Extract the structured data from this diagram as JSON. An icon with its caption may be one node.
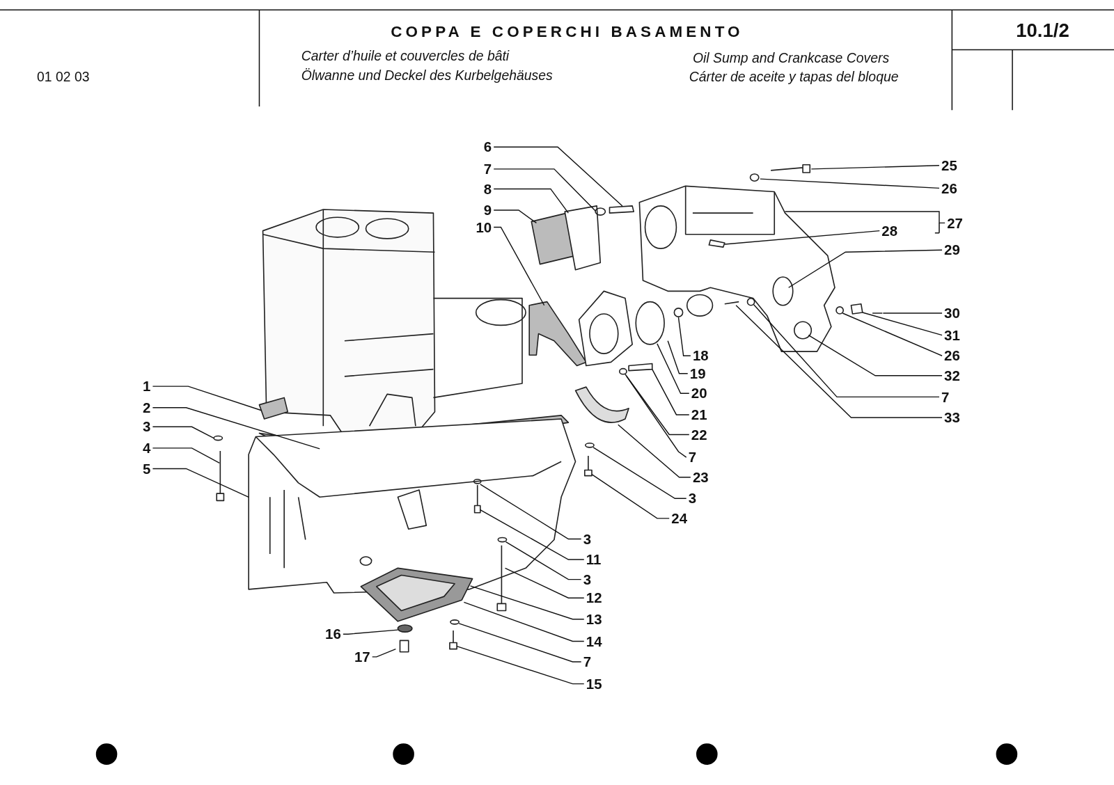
{
  "diagram": {
    "title": "COPPA E COPERCHI BASAMENTO",
    "nodes": [
      {
        "text": [
          "6"
        ]
      },
      {
        "text": [
          "7"
        ]
      },
      {
        "text": [
          "8"
        ]
      },
      {
        "text": [
          "9"
        ]
      },
      {
        "text": [
          "10"
        ]
      },
      {
        "text": [
          "25"
        ]
      },
      {
        "text": [
          "26"
        ]
      },
      {
        "text": [
          "27"
        ]
      },
      {
        "text": [
          "28"
        ]
      },
      {
        "text": [
          "29"
        ]
      },
      {
        "text": [
          "30"
        ]
      },
      {
        "text": [
          "31"
        ]
      },
      {
        "text": [
          "26"
        ]
      },
      {
        "text": [
          "32"
        ]
      },
      {
        "text": [
          "7"
        ]
      },
      {
        "text": [
          "33"
        ]
      },
      {
        "text": [
          "18"
        ]
      },
      {
        "text": [
          "19"
        ]
      },
      {
        "text": [
          "20"
        ]
      },
      {
        "text": [
          "21"
        ]
      },
      {
        "text": [
          "22"
        ]
      },
      {
        "text": [
          "7"
        ]
      },
      {
        "text": [
          "23"
        ]
      },
      {
        "text": [
          "3"
        ]
      },
      {
        "text": [
          "24"
        ]
      },
      {
        "text": [
          "1"
        ]
      },
      {
        "text": [
          "2"
        ]
      },
      {
        "text": [
          "3"
        ]
      },
      {
        "text": [
          "4"
        ]
      },
      {
        "text": [
          "5"
        ]
      },
      {
        "text": [
          "3"
        ]
      },
      {
        "text": [
          "11"
        ]
      },
      {
        "text": [
          "3"
        ]
      },
      {
        "text": [
          "12"
        ]
      },
      {
        "text": [
          "13"
        ]
      },
      {
        "text": [
          "14"
        ]
      },
      {
        "text": [
          "7"
        ]
      },
      {
        "text": [
          "15"
        ]
      },
      {
        "text": [
          "16"
        ]
      },
      {
        "text": [
          "17"
        ]
      }
    ],
    "edges": [
      {
        "from": 0,
        "to": null,
        "arrow": "none"
      },
      {
        "from": 1,
        "to": null,
        "arrow": "none"
      },
      {
        "from": 2,
        "to": null,
        "arrow": "none"
      },
      {
        "from": 3,
        "to": null,
        "arrow": "none"
      },
      {
        "from": 4,
        "to": null,
        "arrow": "none"
      },
      {
        "from": 5,
        "to": null,
        "arrow": "none"
      },
      {
        "from": 6,
        "to": null,
        "arrow": "none"
      },
      {
        "from": 7,
        "to": null,
        "arrow": "none"
      },
      {
        "from": 8,
        "to": null,
        "arrow": "none"
      },
      {
        "from": 9,
        "to": null,
        "arrow": "none"
      },
      {
        "from": 10,
        "to": null,
        "arrow": "none"
      },
      {
        "from": 11,
        "to": null,
        "arrow": "none"
      },
      {
        "from": 12,
        "to": null,
        "arrow": "none"
      },
      {
        "from": 13,
        "to": null,
        "arrow": "none"
      },
      {
        "from": 14,
        "to": null,
        "arrow": "none"
      },
      {
        "from": 15,
        "to": null,
        "arrow": "none"
      },
      {
        "from": 16,
        "to": null,
        "arrow": "none"
      },
      {
        "from": 17,
        "to": null,
        "arrow": "none"
      },
      {
        "from": 18,
        "to": null,
        "arrow": "none"
      },
      {
        "from": 19,
        "to": null,
        "arrow": "none"
      },
      {
        "from": 20,
        "to": null,
        "arrow": "none"
      },
      {
        "from": 21,
        "to": null,
        "arrow": "none"
      },
      {
        "from": 22,
        "to": null,
        "arrow": "none"
      },
      {
        "from": 23,
        "to": null,
        "arrow": "none"
      },
      {
        "from": 24,
        "to": null,
        "arrow": "none"
      },
      {
        "from": 25,
        "to": null,
        "arrow": "none"
      },
      {
        "from": 26,
        "to": null,
        "arrow": "none"
      },
      {
        "from": 27,
        "to": null,
        "arrow": "none"
      },
      {
        "from": 28,
        "to": null,
        "arrow": "none"
      },
      {
        "from": 29,
        "to": null,
        "arrow": "none"
      },
      {
        "from": 30,
        "to": null,
        "arrow": "none"
      },
      {
        "from": 31,
        "to": null,
        "arrow": "none"
      },
      {
        "from": 32,
        "to": null,
        "arrow": "none"
      },
      {
        "from": 33,
        "to": null,
        "arrow": "none"
      },
      {
        "from": 34,
        "to": null,
        "arrow": "none"
      },
      {
        "from": 35,
        "to": null,
        "arrow": "none"
      },
      {
        "from": 36,
        "to": null,
        "arrow": "none"
      },
      {
        "from": 37,
        "to": null,
        "arrow": "none"
      },
      {
        "from": 38,
        "to": null,
        "arrow": "none"
      },
      {
        "from": 39,
        "to": null,
        "arrow": "none"
      }
    ],
    "labels": [
      "01 02 03",
      "Carter d’huile et couvercles de bâti",
      "Ölwanne und Deckel des Kurbelgehäuses",
      "Oil Sump and Crankcase Covers",
      "Cárter de aceite y tapas del bloque",
      "10.1/2"
    ]
  }
}
